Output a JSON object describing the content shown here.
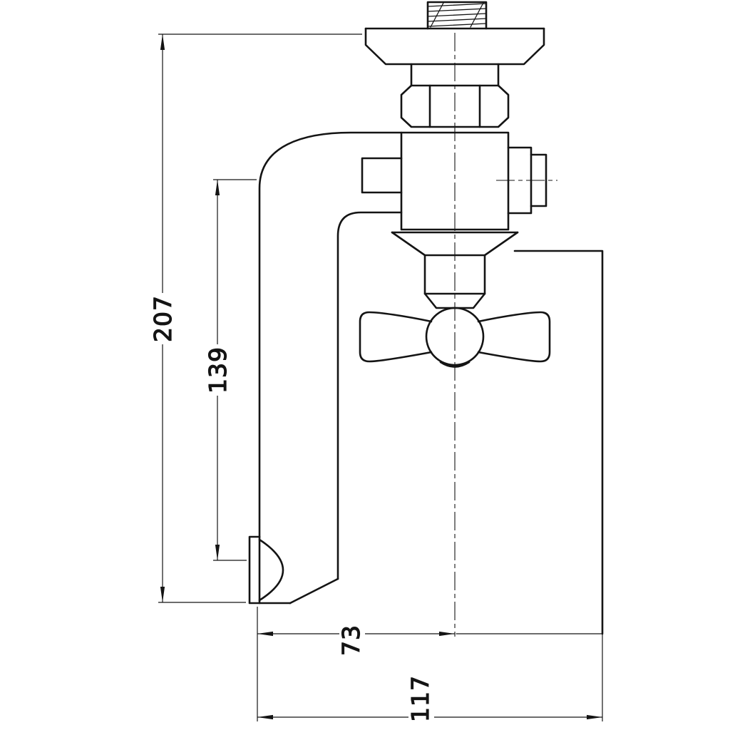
{
  "drawing": {
    "background_color": "#ffffff",
    "line_color": "#141414",
    "labels": {
      "dim_overall_height": "207",
      "dim_spout_drop": "139",
      "dim_spout_reach": "73",
      "dim_overall_reach": "117"
    }
  }
}
